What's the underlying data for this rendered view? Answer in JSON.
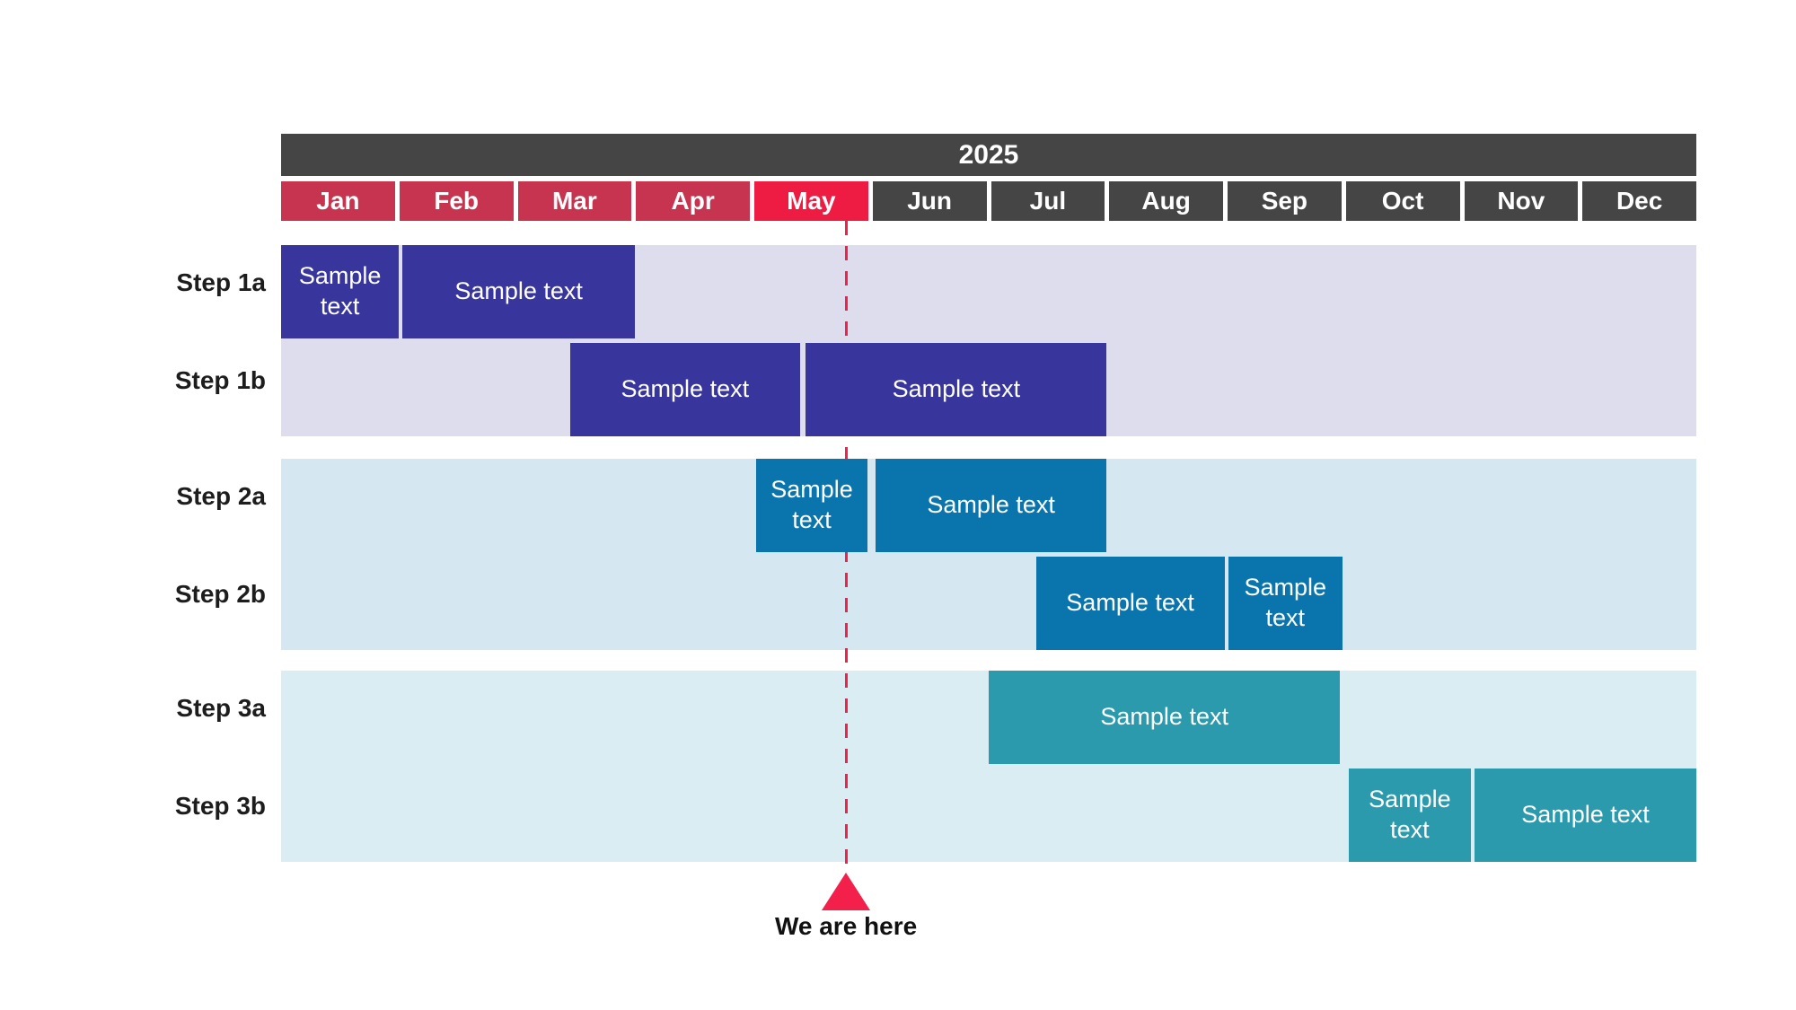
{
  "colors": {
    "dark": "#454545",
    "month_red": "#c7344f",
    "may_red": "#ee1b43",
    "line_red": "#f2204a",
    "indigo": "#38369d",
    "indigo_bg": "#dedded",
    "blue": "#0a75ad",
    "blue_bg": "#d5e8f2",
    "teal": "#2b9aad",
    "teal_bg": "#d9edf2",
    "label": "#1d1d1d"
  },
  "chart_data": {
    "type": "gantt",
    "title": "2025",
    "x_axis": {
      "unit": "months",
      "labels": [
        "Jan",
        "Feb",
        "Mar",
        "Apr",
        "May",
        "Jun",
        "Jul",
        "Aug",
        "Sep",
        "Oct",
        "Nov",
        "Dec"
      ],
      "past_months": [
        "Jan",
        "Feb",
        "Mar",
        "Apr"
      ],
      "highlighted_month": "May",
      "range_months": [
        0,
        12
      ]
    },
    "now_marker": {
      "position_months": 4.79,
      "label": "We are here"
    },
    "rows": [
      {
        "label": "Step 1a",
        "group": 1,
        "bars": [
          {
            "start_month": 0.0,
            "end_month": 1.0,
            "label": "Sample text"
          },
          {
            "start_month": 1.03,
            "end_month": 3.0,
            "label": "Sample text"
          }
        ]
      },
      {
        "label": "Step 1b",
        "group": 1,
        "bars": [
          {
            "start_month": 2.45,
            "end_month": 4.4,
            "label": "Sample text"
          },
          {
            "start_month": 4.45,
            "end_month": 7.0,
            "label": "Sample text"
          }
        ]
      },
      {
        "label": "Step 2a",
        "group": 2,
        "bars": [
          {
            "start_month": 4.03,
            "end_month": 4.97,
            "label": "Sample text"
          },
          {
            "start_month": 5.04,
            "end_month": 7.0,
            "label": "Sample text"
          }
        ]
      },
      {
        "label": "Step 2b",
        "group": 2,
        "bars": [
          {
            "start_month": 6.4,
            "end_month": 8.0,
            "label": "Sample text"
          },
          {
            "start_month": 8.03,
            "end_month": 9.0,
            "label": "Sample text"
          }
        ]
      },
      {
        "label": "Step 3a",
        "group": 3,
        "bars": [
          {
            "start_month": 6.0,
            "end_month": 8.98,
            "label": "Sample text"
          }
        ]
      },
      {
        "label": "Step 3b",
        "group": 3,
        "bars": [
          {
            "start_month": 9.05,
            "end_month": 10.09,
            "label": "Sample text"
          },
          {
            "start_month": 10.12,
            "end_month": 12.0,
            "label": "Sample text"
          }
        ]
      }
    ]
  }
}
